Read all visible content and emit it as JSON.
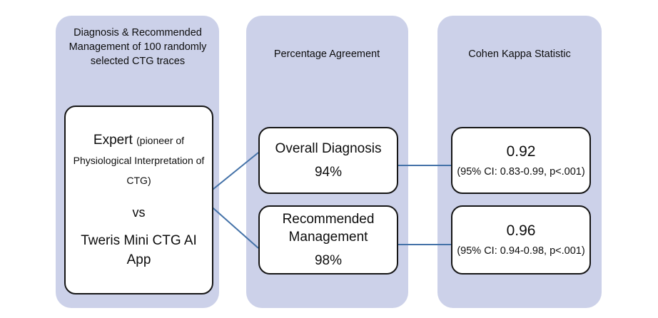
{
  "figure": {
    "title": "Expert vs Tweris Mini CTG AI App agreement flow diagram",
    "panel_color": "#ccd1e9",
    "connector_color": "#4472a8",
    "card_border_color": "#151515"
  },
  "columns": {
    "left": {
      "header": "Diagnosis & Recommended Management of 100 randomly selected  CTG traces"
    },
    "middle": {
      "header": "Percentage Agreement"
    },
    "right": {
      "header": "Cohen Kappa Statistic"
    }
  },
  "comparison_card": {
    "expert_label": "Expert ",
    "expert_note": "(pioneer of Physiological Interpretation of CTG)",
    "versus": "vs",
    "app_label": "Tweris Mini CTG AI App"
  },
  "agreement": [
    {
      "name": "overall-diagnosis",
      "title": "Overall Diagnosis",
      "value": "94%"
    },
    {
      "name": "recommended-management",
      "title": "Recommended Management",
      "value": "98%"
    }
  ],
  "kappa": [
    {
      "name": "kappa-diagnosis",
      "value": "0.92",
      "ci": "(95% CI: 0.83-0.99, p<.001)"
    },
    {
      "name": "kappa-management",
      "value": "0.96",
      "ci": "(95% CI: 0.94-0.98, p<.001)"
    }
  ]
}
